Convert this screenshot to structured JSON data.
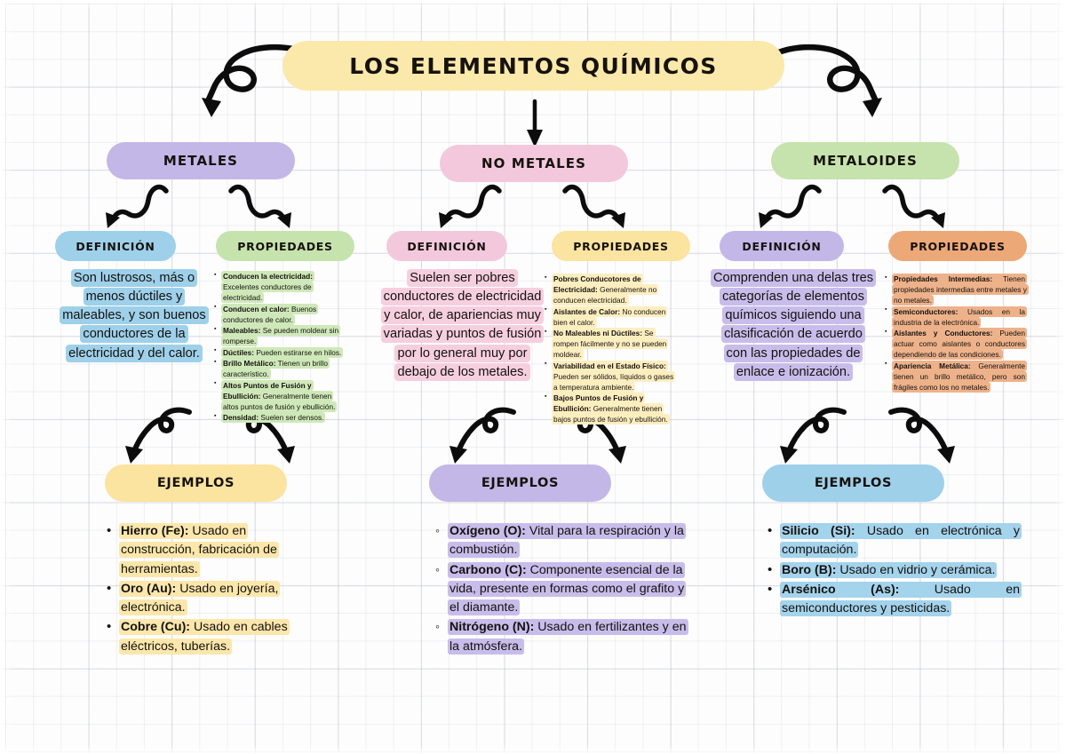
{
  "title": {
    "label": "LOS ELEMENTOS QUÍMICOS",
    "color": "#fbe9ab"
  },
  "categories": [
    {
      "label": "METALES",
      "color": "#c3b7e8"
    },
    {
      "label": "NO METALES",
      "color": "#f3c8dc"
    },
    {
      "label": "METALOIDES",
      "color": "#c6e3ad"
    }
  ],
  "sections": {
    "metales": {
      "definicion": {
        "header": "DEFINICIÓN",
        "header_color": "#9ed0ea",
        "body_color": "#9ed0ea",
        "text": "Son lustrosos, más o menos dúctiles y maleables, y son buenos conductores de la electricidad y del calor."
      },
      "propiedades": {
        "header": "PROPIEDADES",
        "header_color": "#c6e3ad",
        "body_color": "#cfe8b9",
        "items": [
          {
            "term": "Conducen la electricidad:",
            "desc": "Excelentes conductores de electricidad."
          },
          {
            "term": "Conducen el calor:",
            "desc": "Buenos conductores de calor."
          },
          {
            "term": "Maleables:",
            "desc": "Se pueden moldear sin romperse."
          },
          {
            "term": "Dúctiles:",
            "desc": "Pueden estirarse en hilos."
          },
          {
            "term": "Brillo Metálico:",
            "desc": "Tienen un brillo característico."
          },
          {
            "term": "Altos Puntos de Fusión y Ebullición:",
            "desc": "Generalmente tienen altos puntos de fusión y ebullición."
          },
          {
            "term": "Densidad:",
            "desc": "Suelen ser densos."
          }
        ]
      },
      "ejemplos": {
        "header": "EJEMPLOS",
        "header_color": "#fbe3a0",
        "body_color": "#fbe7ab",
        "items": [
          {
            "term": "Hierro (Fe):",
            "desc": "Usado en construcción, fabricación de herramientas."
          },
          {
            "term": "Oro (Au):",
            "desc": "Usado en joyería, electrónica."
          },
          {
            "term": "Cobre (Cu):",
            "desc": "Usado en cables eléctricos, tuberías."
          }
        ]
      }
    },
    "no_metales": {
      "definicion": {
        "header": "DEFINICIÓN",
        "header_color": "#f3c8dc",
        "body_color": "#f6cfdf",
        "text": "Suelen ser pobres conductores de electricidad y calor, de apariencias muy variadas y puntos de fusión por lo general muy por debajo de los metales."
      },
      "propiedades": {
        "header": "PROPIEDADES",
        "header_color": "#fbe3a0",
        "body_color": "#fdeec0",
        "items": [
          {
            "term": "Pobres Conducotores de Electricidad:",
            "desc": "Generalmente no conducen electricidad."
          },
          {
            "term": "Aislantes de Calor:",
            "desc": "No conducen bien el calor."
          },
          {
            "term": "No Maleables ni Dúctiles:",
            "desc": "Se rompen fácilmente y no se pueden moldear."
          },
          {
            "term": "Variabilidad en el Estado Físico:",
            "desc": "Pueden ser sólidos, líquidos o gases a temperatura ambiente."
          },
          {
            "term": "Bajos Puntos de Fusión y Ebullición:",
            "desc": "Generalmente tienen bajos puntos de fusión y ebullición."
          }
        ]
      },
      "ejemplos": {
        "header": "EJEMPLOS",
        "header_color": "#c3b7e8",
        "body_color": "#c8bdea",
        "items": [
          {
            "term": "Oxígeno (O):",
            "desc": "Vital para la respiración y la combustión."
          },
          {
            "term": "Carbono (C):",
            "desc": "Componente esencial de la vida, presente en formas como el grafito y el diamante."
          },
          {
            "term": "Nitrógeno (N):",
            "desc": "Usado en fertilizantes y en la atmósfera."
          }
        ]
      }
    },
    "metaloides": {
      "definicion": {
        "header": "DEFINICIÓN",
        "header_color": "#c3b7e8",
        "body_color": "#c8bdea",
        "text": "Comprenden una delas tres categorías de elementos químicos siguiendo una clasificación de acuerdo con las propiedades de enlace e ionización."
      },
      "propiedades": {
        "header": "PROPIEDADES",
        "header_color": "#eda878",
        "body_color": "#eeb28b",
        "items": [
          {
            "term": "Propiedades Intermedias:",
            "desc": "Tienen propiedades intermedias entre metales y no metales."
          },
          {
            "term": "Semiconductores:",
            "desc": "Usados en la industria de la electrónica."
          },
          {
            "term": "Aislantes y Conductores:",
            "desc": "Pueden actuar como aislantes o conductores dependiendo de las condiciones."
          },
          {
            "term": "Apariencia Metálica:",
            "desc": "Generalmente tienen un brillo metálico, pero son frágiles como los no metales."
          }
        ]
      },
      "ejemplos": {
        "header": "EJEMPLOS",
        "header_color": "#9ed0ea",
        "body_color": "#a4d3ec",
        "items": [
          {
            "term": "Silicio (Si):",
            "desc": "Usado en electrónica y computación."
          },
          {
            "term": "Boro (B):",
            "desc": "Usado en vidrio y cerámica."
          },
          {
            "term": "Arsénico (As):",
            "desc": "Usado en semiconductores y pesticidas."
          }
        ]
      }
    }
  },
  "arrows": {
    "title_to_metales": "curly-arrow-down-left",
    "title_to_no_metales": "straight-arrow-down",
    "title_to_metaloides": "curly-arrow-down-right",
    "metales_split_left": "wavy-arrow-down-left",
    "metales_split_right": "wavy-arrow-down-right",
    "no_metales_split_left": "wavy-arrow-down-left",
    "no_metales_split_right": "wavy-arrow-down-right",
    "metaloides_split_left": "wavy-arrow-down-left",
    "metaloides_split_right": "wavy-arrow-down-right",
    "metales_to_ejemplos_left": "loop-arrow-down-left",
    "metales_to_ejemplos_right": "loop-arrow-down-right",
    "no_metales_to_ejemplos_left": "loop-arrow-down-left",
    "no_metales_to_ejemplos_right": "loop-arrow-down-right",
    "metaloides_to_ejemplos_left": "loop-arrow-down-left",
    "metaloides_to_ejemplos_right": "loop-arrow-down-right"
  }
}
